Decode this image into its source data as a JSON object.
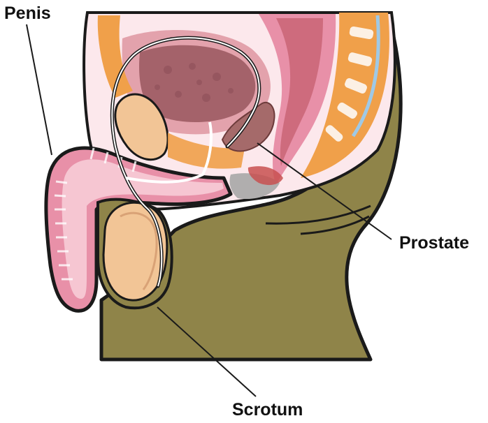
{
  "labels": {
    "penis": "Penis",
    "prostate": "Prostate",
    "scrotum": "Scrotum"
  },
  "colors": {
    "skin_body": "#8f8449",
    "outline": "#1a1a1a",
    "testis": "#f2c596",
    "tissue_pink": "#e890a8",
    "tissue_light": "#f6c6d2",
    "bladder": "#a4626a",
    "prostate": "#a56a6a",
    "bladder_wall": "#e3a2ac",
    "spine_orange": "#f0a04a",
    "muscle_red": "#c85050",
    "cavity_red": "#b84c5a",
    "grey": "#b0aeae",
    "pale": "#fce8ec"
  }
}
